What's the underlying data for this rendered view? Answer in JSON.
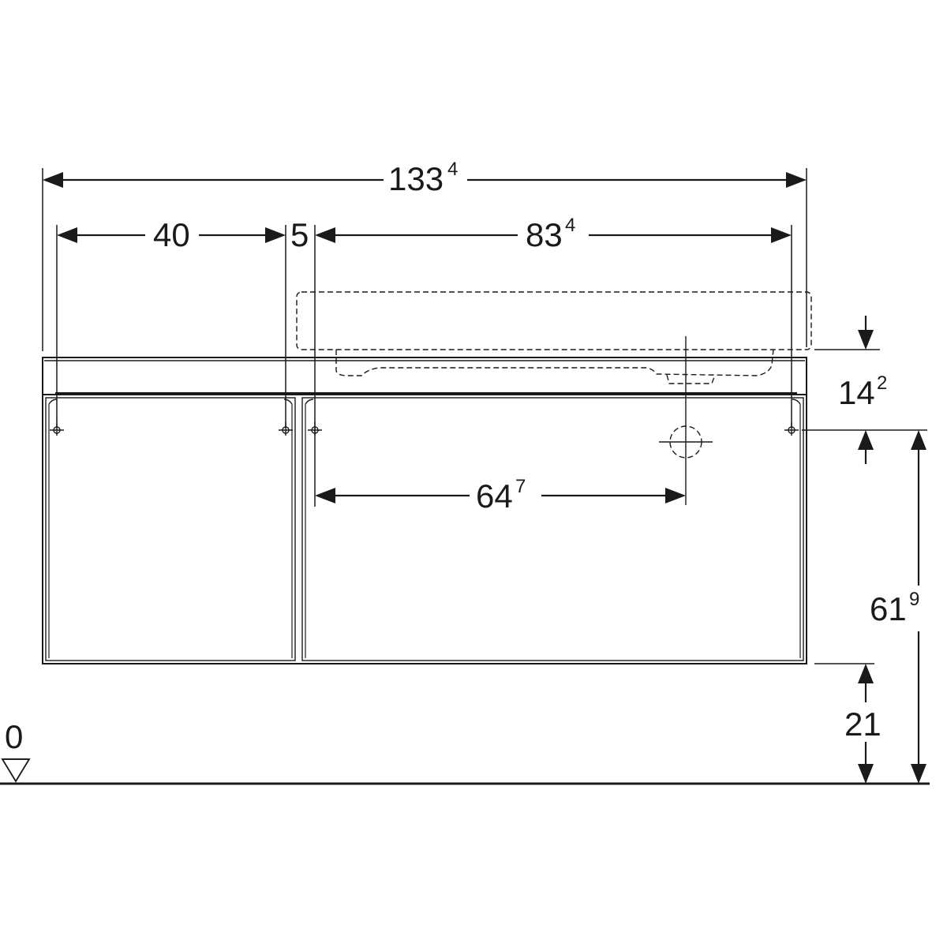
{
  "diagram": {
    "dimensions": {
      "overall_width": {
        "main": "133",
        "sup": "4"
      },
      "left_width": {
        "main": "40",
        "sup": ""
      },
      "gap": {
        "main": "5",
        "sup": ""
      },
      "right_width": {
        "main": "83",
        "sup": "4"
      },
      "drain_offset": {
        "main": "64",
        "sup": "7"
      },
      "top_height": {
        "main": "14",
        "sup": "2"
      },
      "mount_height": {
        "main": "61",
        "sup": "9"
      },
      "floor_clearance": {
        "main": "21",
        "sup": ""
      }
    },
    "floor_level": "0"
  }
}
